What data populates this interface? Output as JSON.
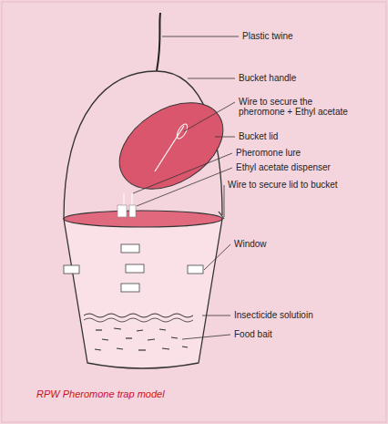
{
  "diagram": {
    "caption": "RPW Pheromone trap model",
    "labels": [
      "Plastic twine",
      "Bucket handle",
      "Wire to secure the pheromone + Ethyl acetate",
      "Bucket lid",
      "Pheromone lure",
      "Ethyl acetate dispenser",
      "Wire to secure lid to bucket",
      "Window",
      "Insecticide solutioin",
      "Food bait"
    ]
  }
}
